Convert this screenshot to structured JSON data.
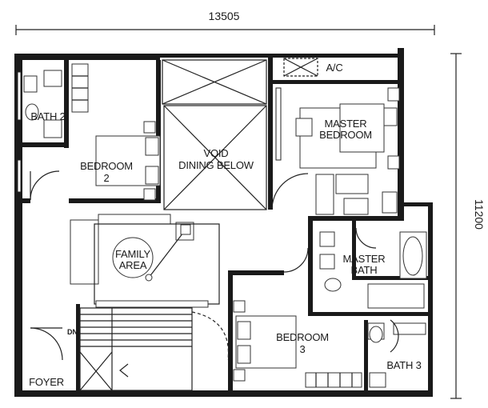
{
  "dimensions": {
    "width": "13505",
    "height": "11200"
  },
  "rooms": {
    "bath2": "BATH 2",
    "bedroom2_line1": "BEDROOM",
    "bedroom2_line2": "2",
    "void_line1": "VOID",
    "void_line2": "DINING BELOW",
    "ac": "A/C",
    "master_bedroom_line1": "MASTER",
    "master_bedroom_line2": "BEDROOM",
    "family_area_line1": "FAMILY",
    "family_area_line2": "AREA",
    "master_bath_line1": "MASTER",
    "master_bath_line2": "BATH",
    "bedroom3_line1": "BEDROOM",
    "bedroom3_line2": "3",
    "bath3": "BATH 3",
    "foyer": "FOYER",
    "stair_dn": "DN"
  }
}
